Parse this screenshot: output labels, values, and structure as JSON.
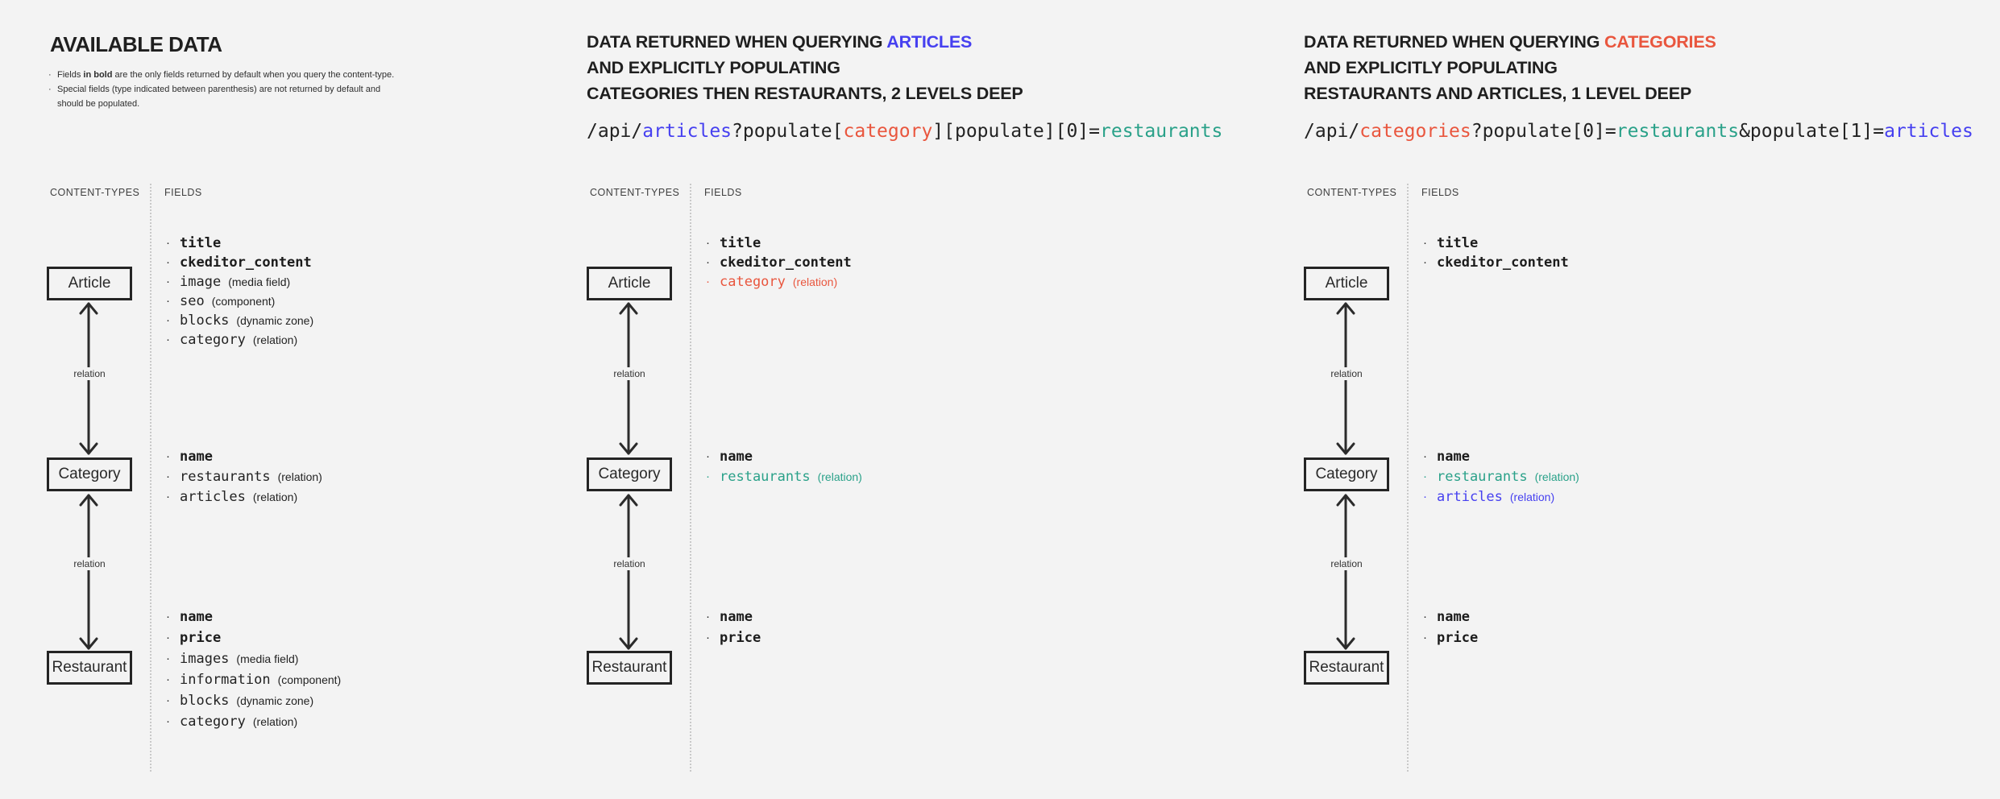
{
  "colors": {
    "dark": "#232323",
    "blue": "#4640f0",
    "red": "#e9563e",
    "teal": "#2aa189",
    "background": "#f3f3f3"
  },
  "panels": [
    {
      "title": {
        "main": "AVAILABLE DATA"
      },
      "notes": {
        "bullet": "·",
        "n1_pre": "Fields ",
        "n1_bold": "in bold",
        "n1_post": " are the only fields returned by default when you query the content-type.",
        "n2": "Special fields (type indicated between parenthesis) are not returned by default and should be populated."
      },
      "content_types_label": "CONTENT-TYPES",
      "fields_label": "FIELDS",
      "relation_label": "relation",
      "nodes": {
        "article": {
          "label": "Article",
          "fields": [
            {
              "name": "title"
            },
            {
              "name": "ckeditor_content"
            },
            {
              "name": "image",
              "note": "(media field)"
            },
            {
              "name": "seo",
              "note": "(component)"
            },
            {
              "name": "blocks",
              "note": "(dynamic zone)"
            },
            {
              "name": "category",
              "note": "(relation)"
            }
          ]
        },
        "category": {
          "label": "Category",
          "fields": [
            {
              "name": "name"
            },
            {
              "name": "restaurants",
              "note": "(relation)"
            },
            {
              "name": "articles",
              "note": "(relation)"
            }
          ]
        },
        "restaurant": {
          "label": "Restaurant",
          "fields": [
            {
              "name": "name"
            },
            {
              "name": "price"
            },
            {
              "name": "images",
              "note": "(media field)"
            },
            {
              "name": "information",
              "note": "(component)"
            },
            {
              "name": "blocks",
              "note": "(dynamic zone)"
            },
            {
              "name": "category",
              "note": "(relation)"
            }
          ]
        }
      }
    },
    {
      "title": {
        "l1_pre": "DATA RETURNED WHEN QUERYING ",
        "l1_accent": "ARTICLES",
        "l2": "AND EXPLICITLY POPULATING",
        "l3": "CATEGORIES THEN RESTAURANTS, 2 LEVELS DEEP"
      },
      "code": {
        "s1": "/api/",
        "s2": "articles",
        "s3": "?populate[",
        "s4": "category",
        "s5": "][populate][0]=",
        "s6": "restaurants"
      },
      "content_types_label": "CONTENT-TYPES",
      "fields_label": "FIELDS",
      "relation_label": "relation",
      "nodes": {
        "article": {
          "label": "Article",
          "fields": [
            {
              "name": "title"
            },
            {
              "name": "ckeditor_content"
            },
            {
              "name": "category",
              "note": "(relation)"
            }
          ]
        },
        "category": {
          "label": "Category",
          "fields": [
            {
              "name": "name"
            },
            {
              "name": "restaurants",
              "note": "(relation)"
            }
          ]
        },
        "restaurant": {
          "label": "Restaurant",
          "fields": [
            {
              "name": "name"
            },
            {
              "name": "price"
            }
          ]
        }
      }
    },
    {
      "title": {
        "l1_pre": "DATA RETURNED WHEN QUERYING ",
        "l1_accent": "CATEGORIES",
        "l2": "AND EXPLICITLY POPULATING",
        "l3": "RESTAURANTS AND ARTICLES, 1 LEVEL DEEP"
      },
      "code": {
        "s1": "/api/",
        "s2": "categories",
        "s3": "?populate[0]=",
        "s4": "restaurants",
        "s5": "&populate[1]=",
        "s6": "articles"
      },
      "content_types_label": "CONTENT-TYPES",
      "fields_label": "FIELDS",
      "relation_label": "relation",
      "nodes": {
        "article": {
          "label": "Article",
          "fields": [
            {
              "name": "title"
            },
            {
              "name": "ckeditor_content"
            }
          ]
        },
        "category": {
          "label": "Category",
          "fields": [
            {
              "name": "name"
            },
            {
              "name": "restaurants",
              "note": "(relation)"
            },
            {
              "name": "articles",
              "note": "(relation)"
            }
          ]
        },
        "restaurant": {
          "label": "Restaurant",
          "fields": [
            {
              "name": "name"
            },
            {
              "name": "price"
            }
          ]
        }
      }
    }
  ]
}
